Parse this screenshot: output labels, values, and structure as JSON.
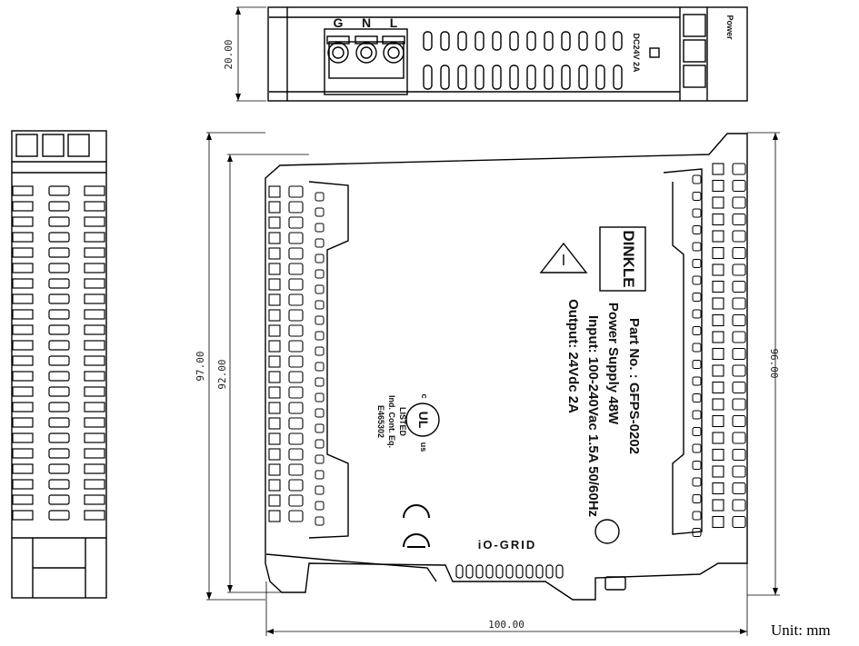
{
  "dimensions": {
    "top_height": "20.00",
    "outer_height": "97.00",
    "inner_height": "92.00",
    "right_height": "96.00",
    "width": "100.00"
  },
  "unit_label": "Unit: mm",
  "top_view": {
    "terminals": [
      "G",
      "N",
      "L"
    ],
    "output_label": "DC24V 2A",
    "power_label": "Power"
  },
  "label": {
    "part_no": "Part No. : GFPS-0202",
    "product": "Power Supply 48W",
    "input": "Input: 100-240Vac 1.5A 50/60Hz",
    "output": "Output: 24Vdc 2A",
    "brand": "DINKLE"
  },
  "cert": {
    "c_mark": "c",
    "us_mark": "us",
    "listed": "LISTED",
    "ind": "Ind. Cont. Eq.",
    "file": "E465302"
  },
  "logo": "iO-GRID"
}
